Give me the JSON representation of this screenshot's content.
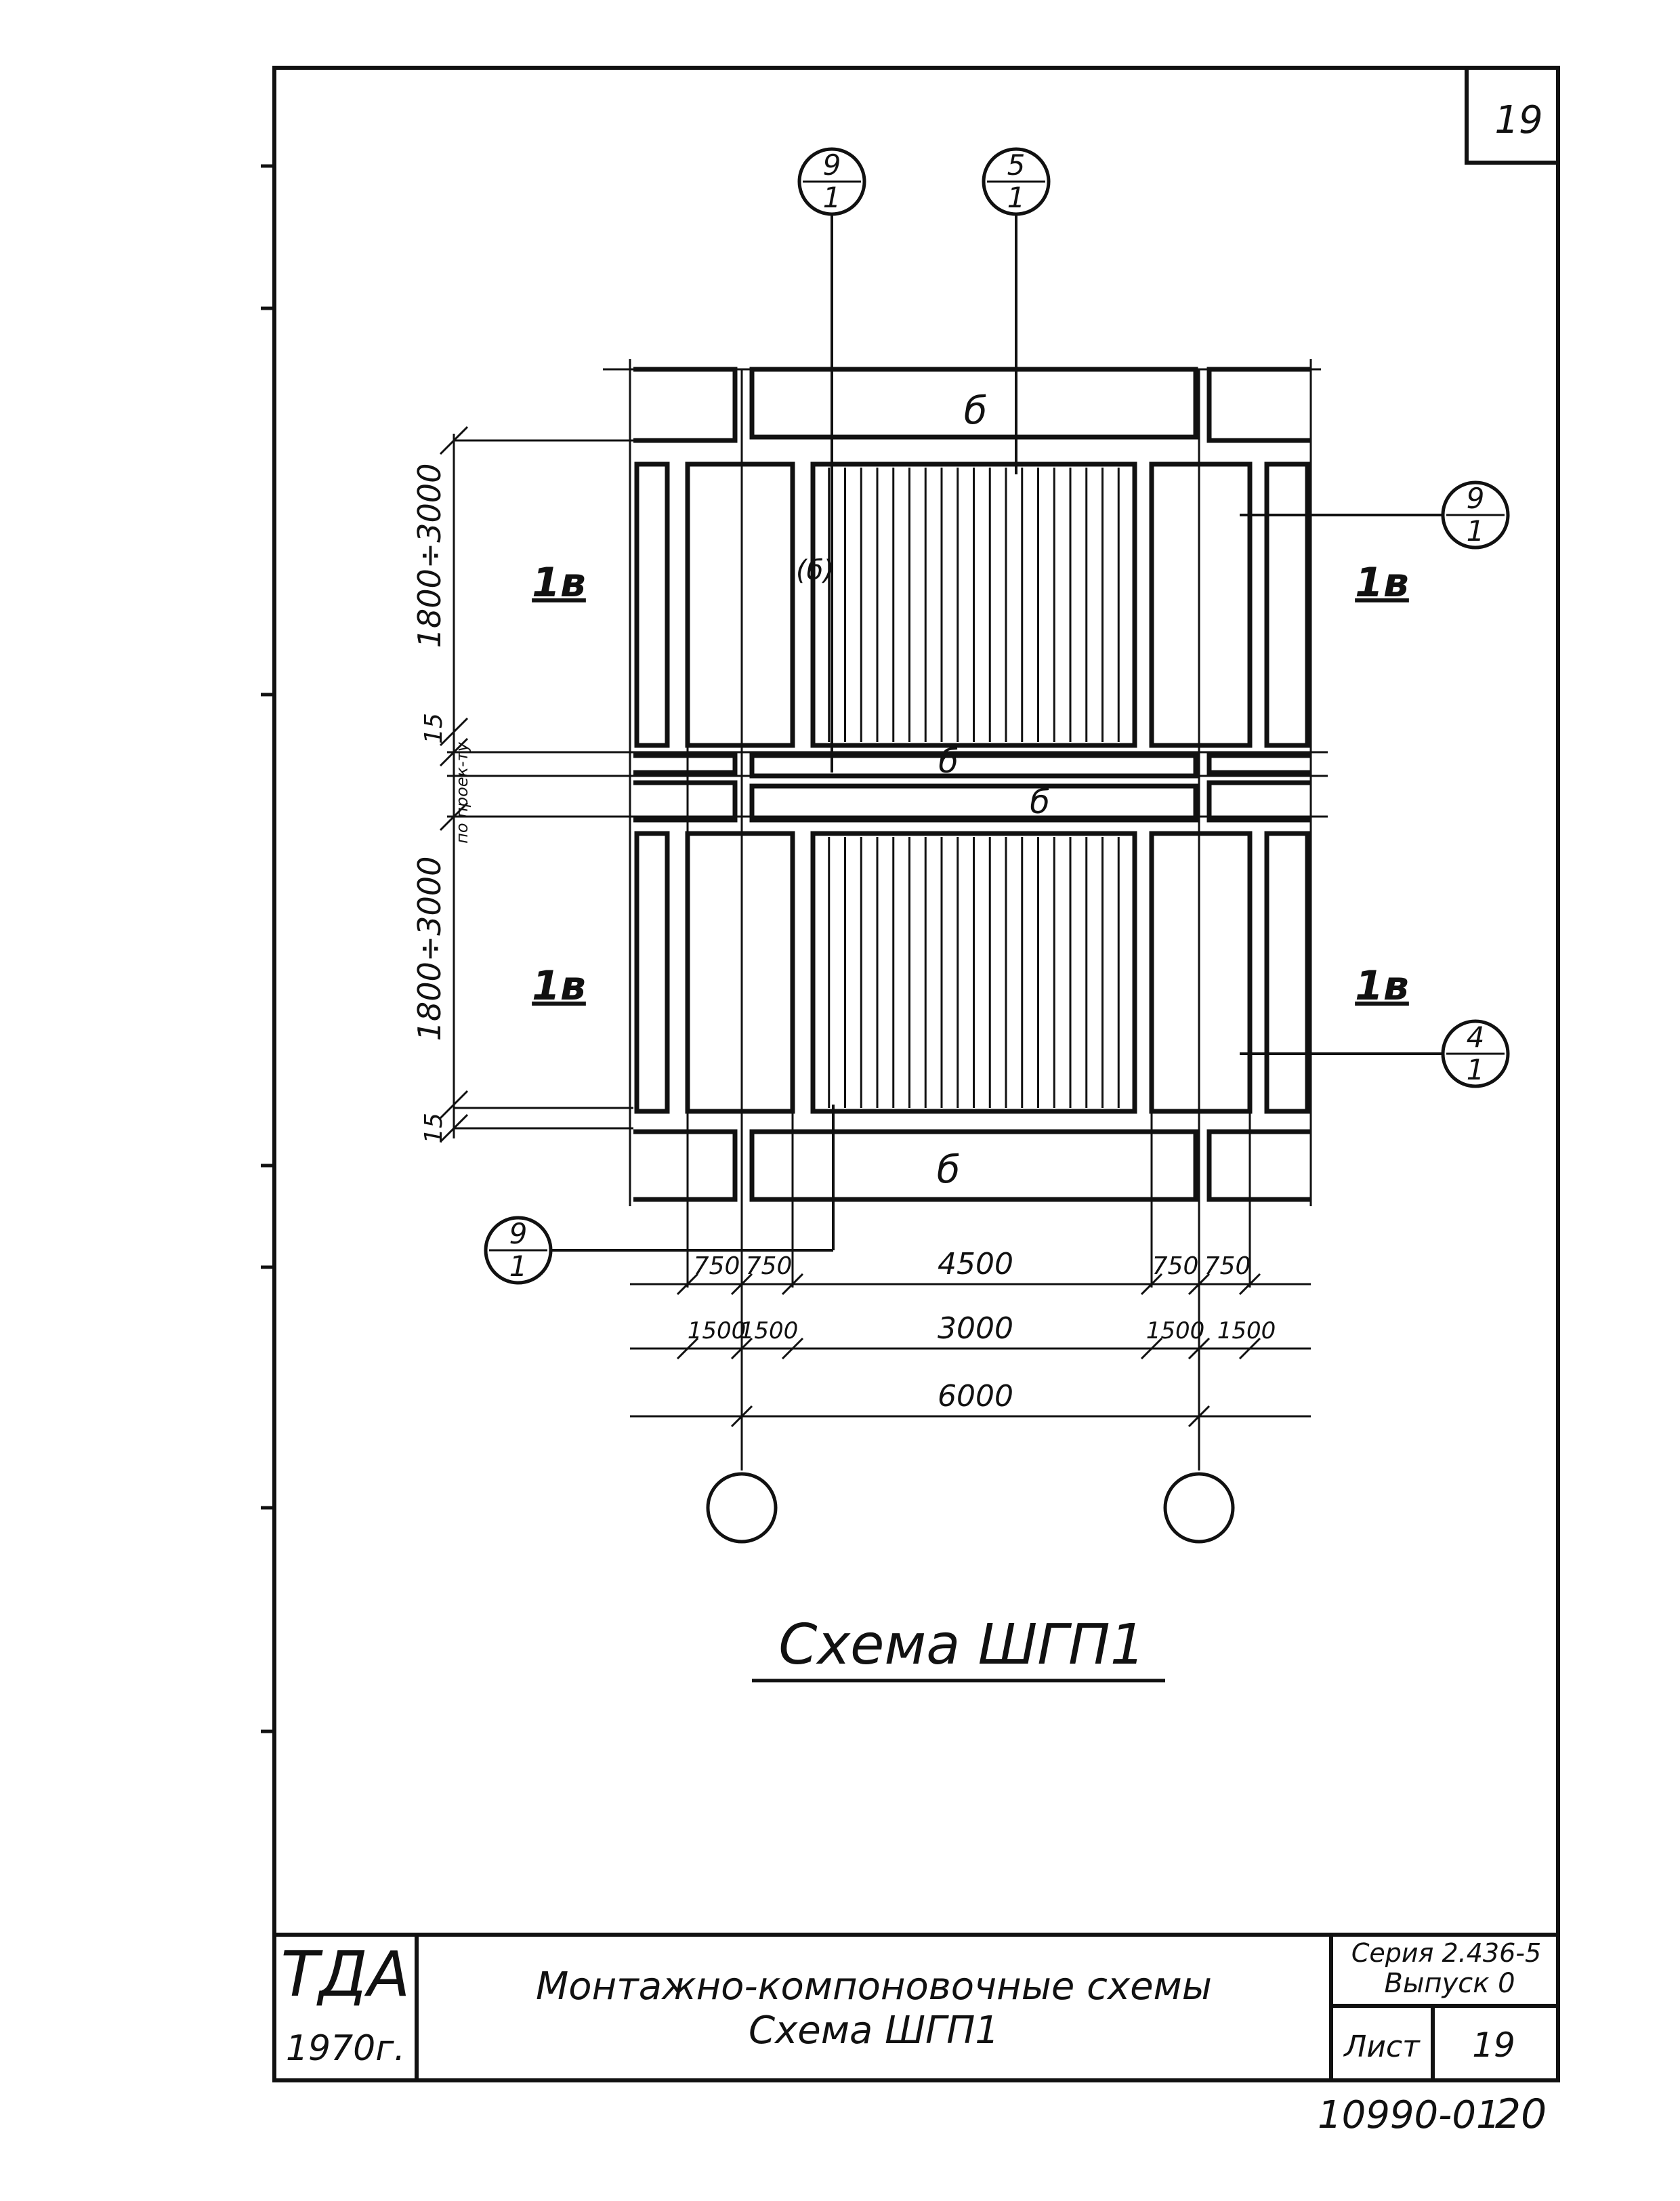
{
  "sheet": {
    "corner_number": "19",
    "drawing_title": "Схема ШГП1",
    "bottom_code": "10990-01",
    "bottom_page": "20"
  },
  "callouts": {
    "top_left": {
      "num": "9",
      "den": "1"
    },
    "top_right": {
      "num": "5",
      "den": "1"
    },
    "right_upper": {
      "num": "9",
      "den": "1"
    },
    "right_lower": {
      "num": "4",
      "den": "1"
    },
    "bottom_left": {
      "num": "9",
      "den": "1"
    }
  },
  "labels": {
    "panel_1v": "1в",
    "beam_b": "б",
    "stripe_mark": "(б)",
    "by_project": "по проек-ту"
  },
  "dims": {
    "span_upper": "1800÷3000",
    "span_lower": "1800÷3000",
    "gap_upper": "15",
    "gap_lower": "15",
    "row1": [
      "750",
      "750",
      "4500",
      "750",
      "750"
    ],
    "row2": [
      "1500",
      "1500",
      "3000",
      "1500",
      "1500"
    ],
    "row3": "6000"
  },
  "title_block": {
    "org": "ТДА",
    "year": "1970г.",
    "title_line1": "Монтажно-компоновочные схемы",
    "title_line2": "Схема ШГП1",
    "series": "Серия 2.436-5",
    "issue": "Выпуск 0",
    "sheet_label": "Лист",
    "sheet_no": "19"
  }
}
